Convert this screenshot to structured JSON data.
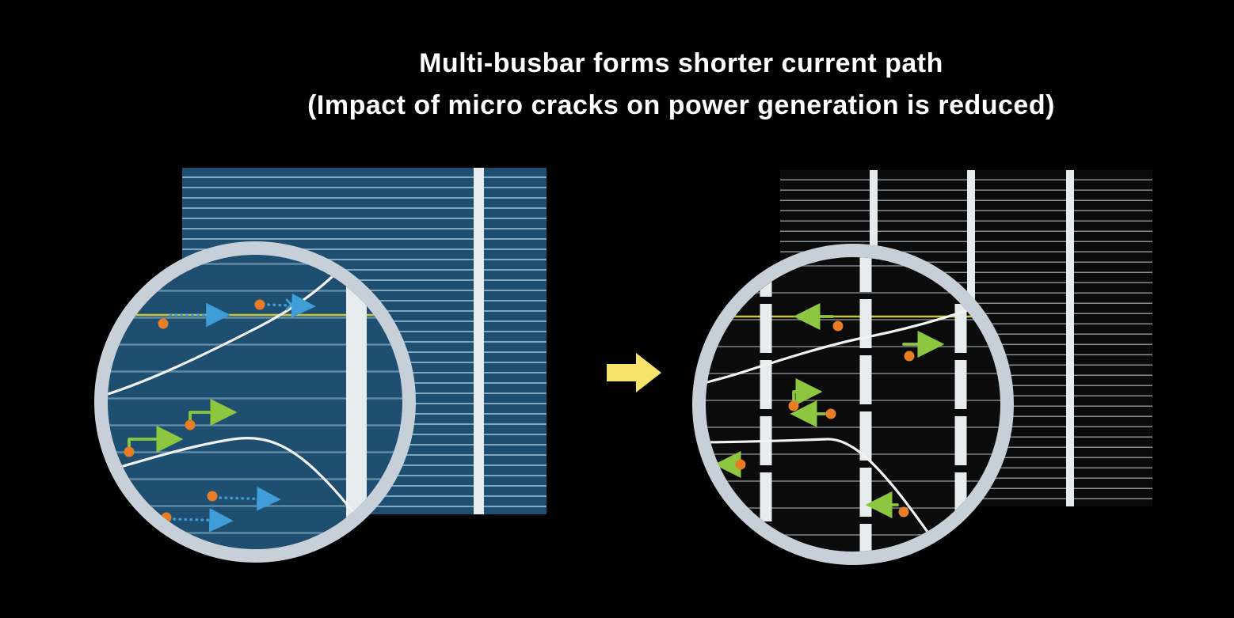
{
  "title": {
    "line1": "Multi-busbar forms shorter current path",
    "line2": "(Impact of micro cracks on power generation is reduced)"
  },
  "icons": {
    "transition_arrow": "right-block-arrow",
    "magnifier": "zoom-circle"
  },
  "colors": {
    "background": "#000000",
    "title_text": "#ffffff",
    "cell_blue": "#1f4f70",
    "finger_blue": "#7fa7bf",
    "busbar_white": "#e6ebee",
    "ring_gray": "#c7d0d8",
    "cell_black": "#0b0b0b",
    "finger_gray": "#8a8f93",
    "arrow_yellow": "#f8e36a",
    "current_green": "#8dc63f",
    "current_blue": "#3f9ed8",
    "carrier_orange": "#e87d26",
    "crack_white": "#f2f2f2",
    "finger_yellow": "#c9c63c"
  }
}
